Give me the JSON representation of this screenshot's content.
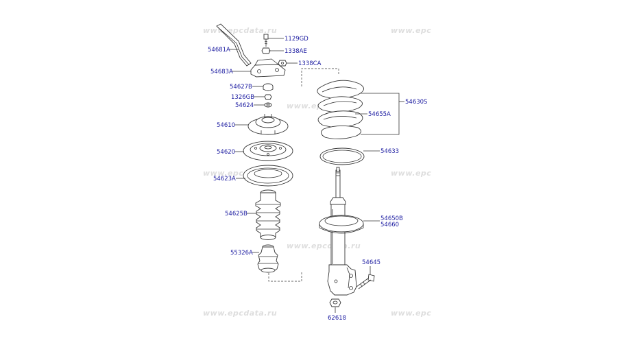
{
  "watermarks": [
    "www.epcdata.ru",
    "www.epc"
  ],
  "labels": {
    "p1129GD": "1129GD",
    "p1338AE": "1338AE",
    "p1338CA": "1338CA",
    "p54681A": "54681A",
    "p54683A": "54683A",
    "p54627B": "54627B",
    "p1326GB": "1326GB",
    "p54624": "54624",
    "p54610": "54610",
    "p54620": "54620",
    "p54623A": "54623A",
    "p54625B": "54625B",
    "p55326A": "55326A",
    "p54630S": "54630S",
    "p54655A": "54655A",
    "p54633": "54633",
    "p54650B": "54650B",
    "p54660": "54660",
    "p54645": "54645",
    "p62618": "62618"
  }
}
